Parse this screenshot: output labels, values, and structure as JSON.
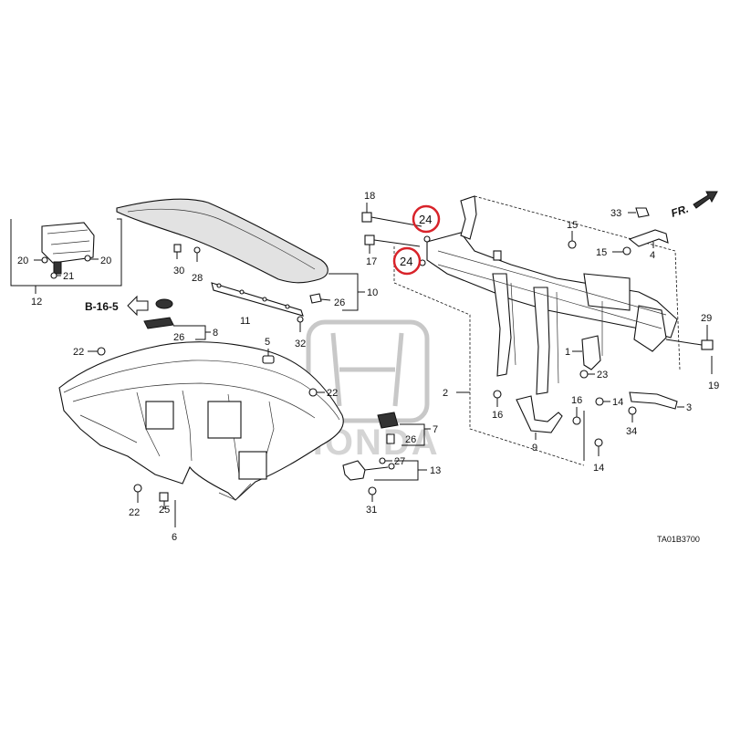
{
  "diagram": {
    "code": "TA01B3700",
    "front_marker": "FR.",
    "ref_label": "B-16-5",
    "watermark": "HONDA",
    "highlight_color": "#d8232a",
    "callouts": {
      "c1": "1",
      "c2": "2",
      "c3": "3",
      "c4": "4",
      "c5": "5",
      "c6": "6",
      "c7": "7",
      "c8": "8",
      "c9": "9",
      "c10": "10",
      "c11": "11",
      "c12": "12",
      "c13": "13",
      "c14a": "14",
      "c14b": "14",
      "c14c": "14",
      "c15a": "15",
      "c15b": "15",
      "c16a": "16",
      "c16b": "16",
      "c17": "17",
      "c18": "18",
      "c19": "19",
      "c20a": "20",
      "c20b": "20",
      "c21": "21",
      "c22a": "22",
      "c22b": "22",
      "c22c": "22",
      "c23": "23",
      "c24a": "24",
      "c24b": "24",
      "c25": "25",
      "c26a": "26",
      "c26b": "26",
      "c26c": "26",
      "c27": "27",
      "c28": "28",
      "c29": "29",
      "c30": "30",
      "c31": "31",
      "c32": "32",
      "c33": "33",
      "c34": "34"
    }
  }
}
